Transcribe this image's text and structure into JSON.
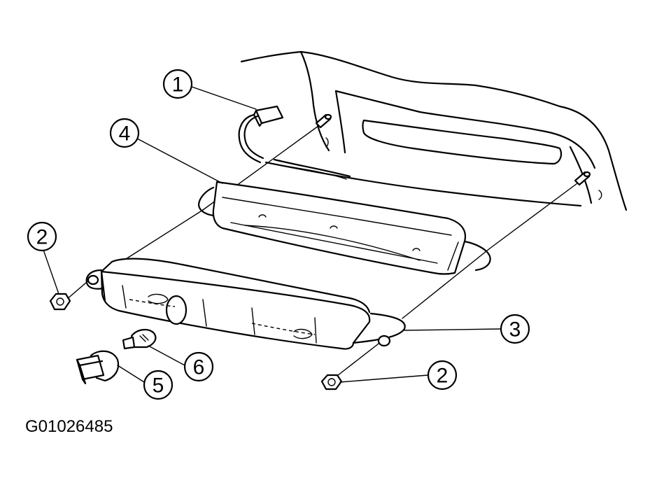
{
  "callouts": [
    {
      "id": "c1",
      "number": "1"
    },
    {
      "id": "c2a",
      "number": "2"
    },
    {
      "id": "c2b",
      "number": "2"
    },
    {
      "id": "c3",
      "number": "3"
    },
    {
      "id": "c4",
      "number": "4"
    },
    {
      "id": "c5",
      "number": "5"
    },
    {
      "id": "c6",
      "number": "6"
    }
  ],
  "figure_id": "G01026485"
}
